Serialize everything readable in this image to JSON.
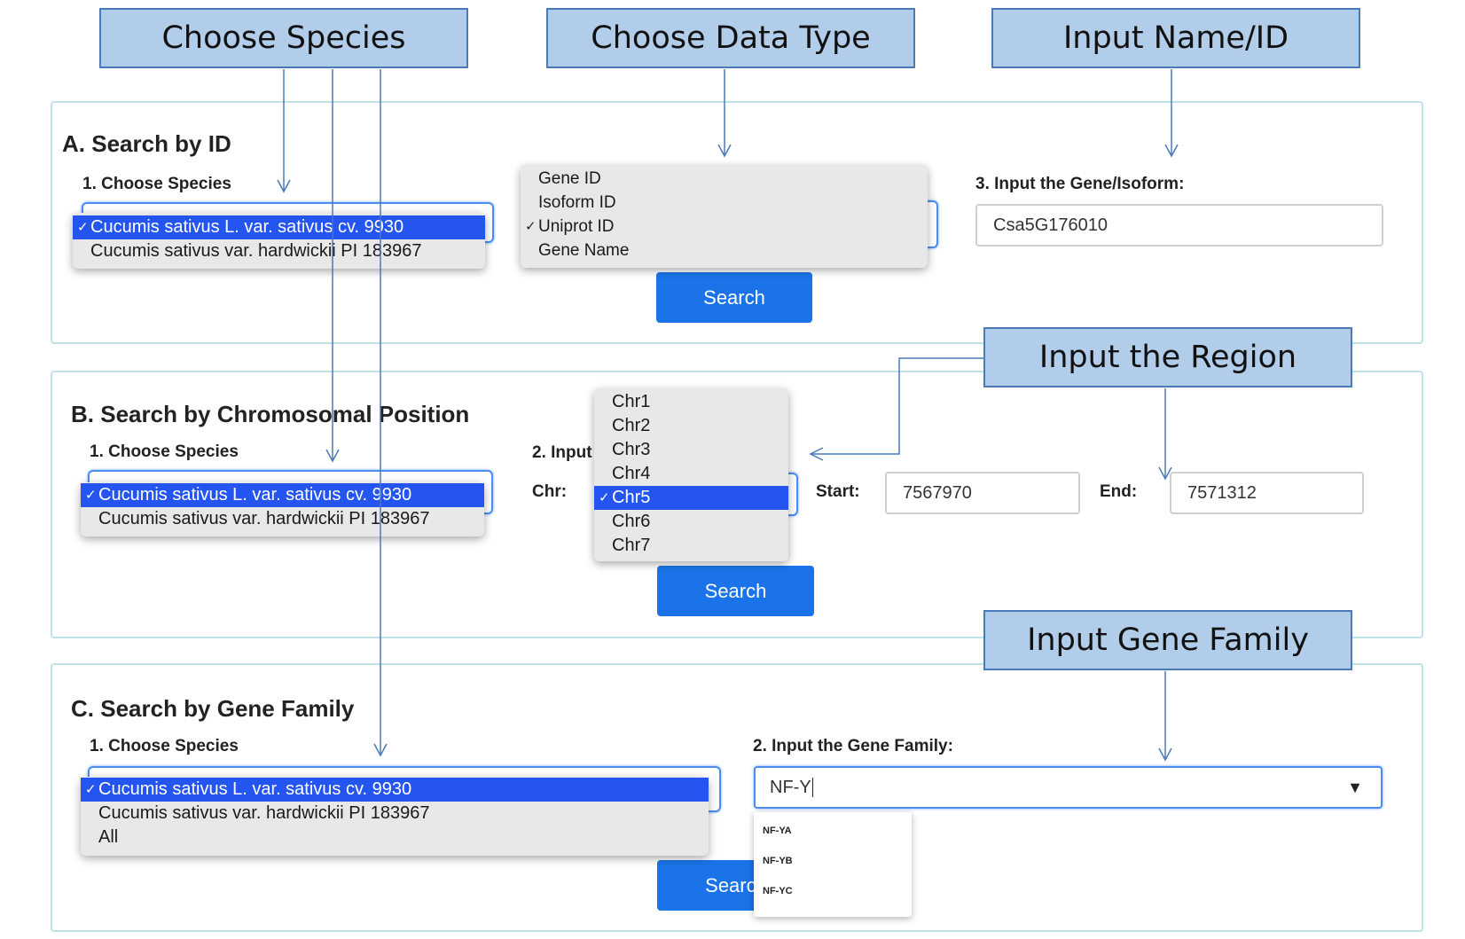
{
  "callouts": {
    "species": "Choose Species",
    "datatype": "Choose Data Type",
    "name": "Input Name/ID",
    "region": "Input the Region",
    "family": "Input Gene Family"
  },
  "sectionA": {
    "title": "A. Search by ID",
    "species_label": "1. Choose Species",
    "species_options": [
      "Cucumis sativus L. var. sativus cv. 9930",
      "Cucumis sativus var. hardwickii PI 183967"
    ],
    "datatype_options": [
      "Gene ID",
      "Isoform ID",
      "Uniprot ID",
      "Gene Name"
    ],
    "gene_label": "3. Input the Gene/Isoform:",
    "gene_value": "Csa5G176010",
    "search_label": "Search"
  },
  "sectionB": {
    "title": "B. Search by Chromosomal Position",
    "species_label": "1. Choose Species",
    "species_options": [
      "Cucumis sativus L. var. sativus cv. 9930",
      "Cucumis sativus var. hardwickii PI 183967"
    ],
    "input_label": "2. Input",
    "chr_label": "Chr:",
    "chr_options": [
      "Chr1",
      "Chr2",
      "Chr3",
      "Chr4",
      "Chr5",
      "Chr6",
      "Chr7"
    ],
    "start_label": "Start:",
    "start_value": "7567970",
    "end_label": "End:",
    "end_value": "7571312",
    "search_label": "Search"
  },
  "sectionC": {
    "title": "C. Search by Gene Family",
    "species_label": "1. Choose Species",
    "species_options": [
      "Cucumis sativus L. var. sativus cv. 9930",
      "Cucumis sativus var. hardwickii PI 183967",
      "All"
    ],
    "family_label": "2. Input the Gene Family:",
    "family_value": "NF-Y",
    "family_suggestions": [
      "NF-YA",
      "NF-YB",
      "NF-YC"
    ],
    "search_label": "Search",
    "dropdown_glyph": "▼"
  },
  "check_glyph": "✓"
}
